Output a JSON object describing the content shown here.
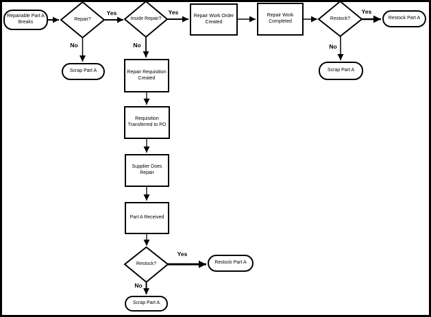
{
  "diagram": {
    "type": "flowchart",
    "colors": {
      "stroke": "#000000",
      "fill": "#ffffff"
    },
    "nodes": {
      "start": {
        "label": "Repairable Part A Breaks",
        "shape": "terminator"
      },
      "repair_decision": {
        "label": "Repair?",
        "shape": "decision"
      },
      "scrap_after_repair": {
        "label": "Scrap Part A",
        "shape": "terminator"
      },
      "inside_repair_decision": {
        "label": "Inside Repair?",
        "shape": "decision"
      },
      "work_order_created": {
        "label": "Repair Work Order Created",
        "shape": "process"
      },
      "work_completed": {
        "label": "Repair Work Completed",
        "shape": "process"
      },
      "restock_decision_top": {
        "label": "Restock?",
        "shape": "decision"
      },
      "restock_top": {
        "label": "Restock Part A",
        "shape": "terminator"
      },
      "scrap_top": {
        "label": "Scrap Part A",
        "shape": "terminator"
      },
      "requisition_created": {
        "label": "Repair Requisition Created",
        "shape": "process"
      },
      "requisition_po": {
        "label": "Requisition Transferred to PO",
        "shape": "process"
      },
      "supplier_repair": {
        "label": "Supplier Does Repair",
        "shape": "process"
      },
      "part_received": {
        "label": "Part A Received",
        "shape": "process"
      },
      "restock_decision_bottom": {
        "label": "Restock?",
        "shape": "decision"
      },
      "restock_bottom": {
        "label": "Restock Part A",
        "shape": "terminator"
      },
      "scrap_bottom": {
        "label": "Scrap Part A",
        "shape": "terminator"
      }
    },
    "edges": [
      {
        "from": "start",
        "to": "repair_decision",
        "label": ""
      },
      {
        "from": "repair_decision",
        "to": "inside_repair_decision",
        "label": "Yes"
      },
      {
        "from": "repair_decision",
        "to": "scrap_after_repair",
        "label": "No"
      },
      {
        "from": "inside_repair_decision",
        "to": "work_order_created",
        "label": "Yes"
      },
      {
        "from": "inside_repair_decision",
        "to": "requisition_created",
        "label": "No"
      },
      {
        "from": "work_order_created",
        "to": "work_completed",
        "label": ""
      },
      {
        "from": "work_completed",
        "to": "restock_decision_top",
        "label": ""
      },
      {
        "from": "restock_decision_top",
        "to": "restock_top",
        "label": "Yes"
      },
      {
        "from": "restock_decision_top",
        "to": "scrap_top",
        "label": "No"
      },
      {
        "from": "requisition_created",
        "to": "requisition_po",
        "label": ""
      },
      {
        "from": "requisition_po",
        "to": "supplier_repair",
        "label": ""
      },
      {
        "from": "supplier_repair",
        "to": "part_received",
        "label": ""
      },
      {
        "from": "part_received",
        "to": "restock_decision_bottom",
        "label": ""
      },
      {
        "from": "restock_decision_bottom",
        "to": "restock_bottom",
        "label": "Yes"
      },
      {
        "from": "restock_decision_bottom",
        "to": "scrap_bottom",
        "label": "No"
      }
    ]
  }
}
